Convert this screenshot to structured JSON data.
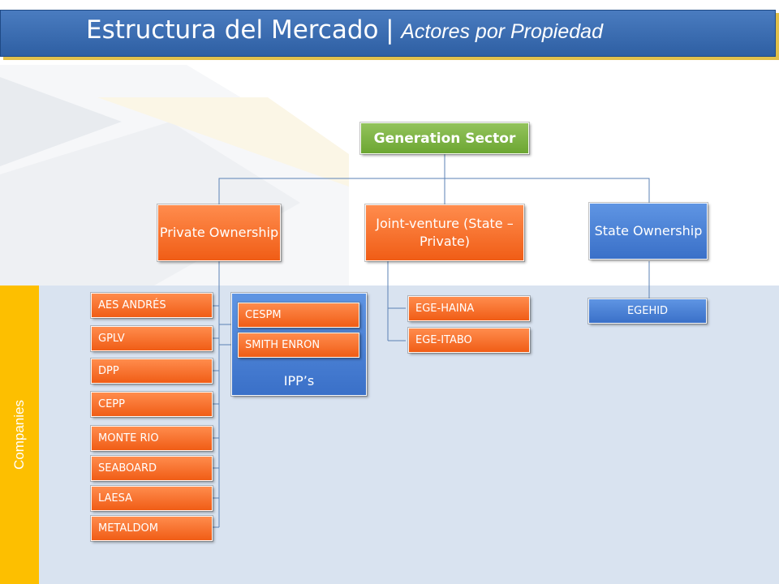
{
  "title": {
    "main": "Estructura del Mercado",
    "separator": "|",
    "sub": "Actores por Propiedad"
  },
  "side_label": "Companies",
  "root": "Generation Sector",
  "branches": {
    "private": "Private Ownership",
    "joint": "Joint-venture (State – Private)",
    "state": "State Ownership"
  },
  "private_companies": [
    "AES ANDRÉS",
    "GPLV",
    "DPP",
    "CEPP",
    "MONTE RIO",
    "SEABOARD",
    "LAESA",
    "METALDOM"
  ],
  "ipps": {
    "label": "IPP’s",
    "items": [
      "CESPM",
      "SMITH ENRON"
    ]
  },
  "joint_companies": [
    "EGE-HAINA",
    "EGE-ITABO"
  ],
  "state_companies": [
    "EGEHID"
  ],
  "colors": {
    "title_bar": "#2e5fa3",
    "accent_gold": "#fdbf00",
    "root": "#6ca632",
    "private": "#f05d16",
    "state": "#3a70c8",
    "panel": "#d9e3f0"
  }
}
